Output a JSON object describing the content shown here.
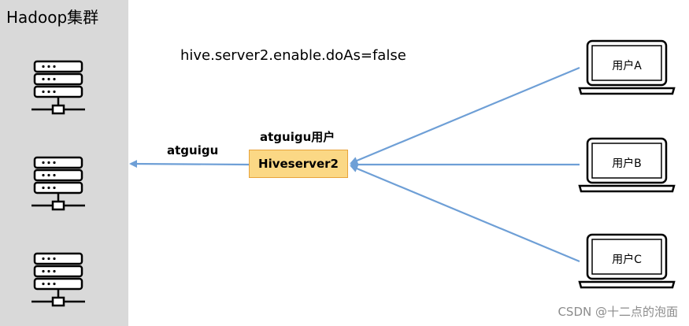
{
  "cluster": {
    "title": "Hadoop集群"
  },
  "config": {
    "text": "hive.server2.enable.doAs=false"
  },
  "hiveserver": {
    "label": "Hiveserver2",
    "user_label": "atguigu用户"
  },
  "arrow_to_cluster": {
    "label": "atguigu"
  },
  "clients": [
    {
      "label": "用户A"
    },
    {
      "label": "用户B"
    },
    {
      "label": "用户C"
    }
  ],
  "watermark": {
    "text": "CSDN @十二点的泡面"
  },
  "colors": {
    "panel": "#d9d9d9",
    "box_fill": "#fbd885",
    "box_border": "#e8a33b",
    "arrow": "#6e9fd6"
  },
  "icons": {
    "server": "server-rack-icon",
    "client": "laptop-icon"
  }
}
